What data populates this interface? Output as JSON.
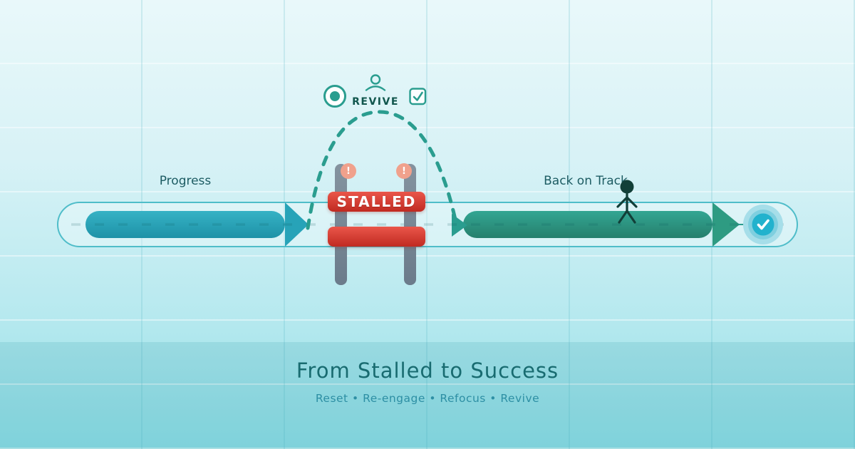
{
  "scene": {
    "labels": {
      "progress": "Progress",
      "back_on_track": "Back on Track"
    },
    "barrier": {
      "sign": "STALLED",
      "warning": "!"
    },
    "revive": {
      "label": "REVIVE"
    },
    "footer": {
      "title": "From Stalled to Success",
      "subtitle": "Reset • Re-engage • Refocus • Revive"
    },
    "colors": {
      "accent_teal": "#2a9d8f",
      "progress_bar_top": "#36b2c5",
      "progress_bar_bottom": "#1e92a7",
      "success_bar_top": "#33a693",
      "success_bar_bottom": "#26806d",
      "stalled_red_top": "#ea564a",
      "stalled_red_bottom": "#c02a21",
      "post_gray": "#75848f",
      "warning_badge": "#f0a18c",
      "check_circle_fill": "#22b2cd",
      "track_border": "#4fbdc9",
      "title_text": "#186b70",
      "subtitle_text": "#2d8fa4",
      "label_text": "#1d5c63",
      "stick_figure": "#123f38"
    }
  }
}
